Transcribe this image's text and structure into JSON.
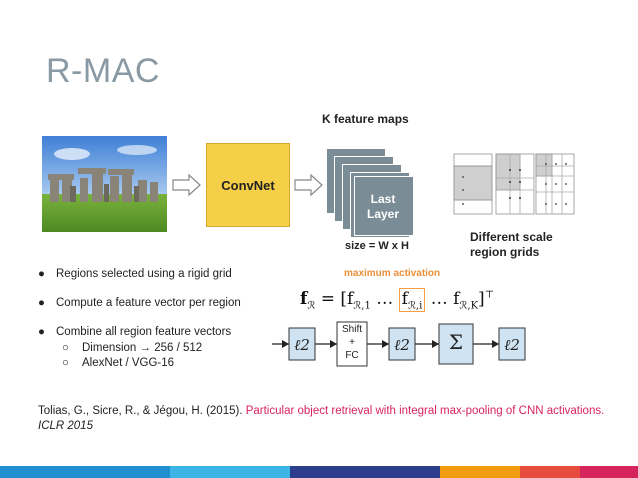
{
  "slide": {
    "title": "R-MAC"
  },
  "diagram": {
    "convnet_label": "ConvNet",
    "feature_maps_title": "K feature maps",
    "feature_map_label_line1": "Last",
    "feature_map_label_line2": "Layer",
    "size_label": "size = W x H",
    "grids_label_line1": "Different scale",
    "grids_label_line2": "region grids",
    "max_activation_label": "maximum activation",
    "pipeline": {
      "l2_1": "ℓ2",
      "shift_fc_line1": "Shift",
      "shift_fc_line2": "+",
      "shift_fc_line3": "FC",
      "l2_2": "ℓ2",
      "sum": "Σ",
      "l2_3": "ℓ2"
    }
  },
  "bullets": [
    "Regions selected using a rigid grid",
    "Compute a feature vector per region",
    "Combine all region feature vectors"
  ],
  "sub_bullets": [
    "Dimension → 256 / 512",
    "AlexNet / VGG-16"
  ],
  "citation": {
    "authors": "Tolias, G., Sicre, R., & Jégou, H. (2015). ",
    "title_link": "Particular object retrieval with integral max-pooling of CNN activations.",
    "venue": "ICLR 2015"
  },
  "colors": {
    "title": "#8a9aa4",
    "convnet": "#f5cf47",
    "feature_map": "#7a8c96",
    "max_activation": "#e8903a",
    "link": "#d6245c",
    "pipeline_box": "#cfe3f3",
    "bottom_bar": [
      "#1f8fd0",
      "#3cb4e5",
      "#2d3e8c",
      "#f39c12",
      "#e74c3c",
      "#d6245c"
    ]
  }
}
